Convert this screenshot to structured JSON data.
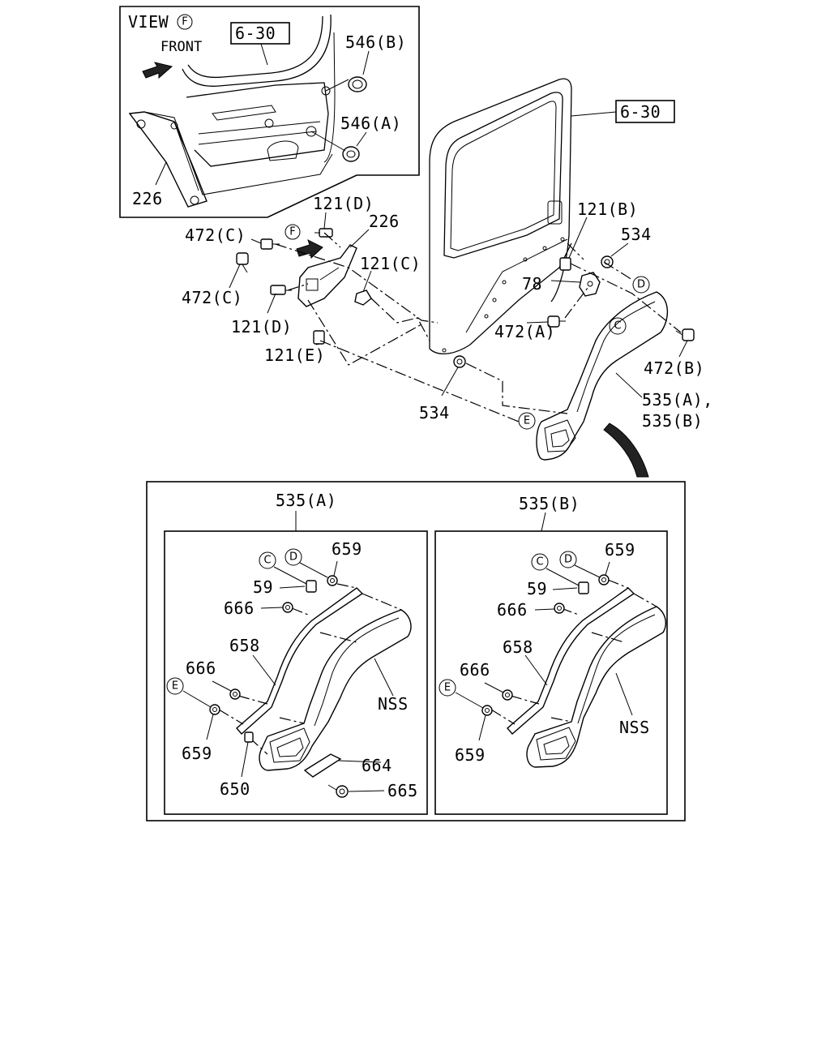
{
  "view_inset": {
    "title": "VIEW",
    "view_letter": "F",
    "front_label": "FRONT",
    "ref_label": "6-30",
    "parts": {
      "p546b": "546(B)",
      "p546a": "546(A)",
      "p226": "226"
    }
  },
  "main": {
    "ref_label": "6-30",
    "parts": {
      "p121d_top": "121(D)",
      "p226": "226",
      "p472c_top": "472(C)",
      "p472c_left": "472(C)",
      "p121c": "121(C)",
      "p121d_low": "121(D)",
      "p121e": "121(E)",
      "p121b": "121(B)",
      "p534_top": "534",
      "p78": "78",
      "p472a": "472(A)",
      "p472b": "472(B)",
      "p534_low": "534",
      "p535ab_1": "535(A),",
      "p535ab_2": "535(B)"
    },
    "markers": {
      "f": "F",
      "c": "C",
      "d": "D",
      "e": "E"
    }
  },
  "detail": {
    "panel_a": {
      "title": "535(A)",
      "markers": {
        "c": "C",
        "d": "D",
        "e": "E"
      },
      "parts": {
        "p659_top": "659",
        "p59": "59",
        "p666_top": "666",
        "p658": "658",
        "p666_low": "666",
        "p659_low": "659",
        "p650": "650",
        "p664": "664",
        "p665": "665",
        "nss": "NSS"
      }
    },
    "panel_b": {
      "title": "535(B)",
      "markers": {
        "c": "C",
        "d": "D",
        "e": "E"
      },
      "parts": {
        "p659_top": "659",
        "p59": "59",
        "p666_top": "666",
        "p658": "658",
        "p666_low": "666",
        "p659_low": "659",
        "nss": "NSS"
      }
    }
  }
}
